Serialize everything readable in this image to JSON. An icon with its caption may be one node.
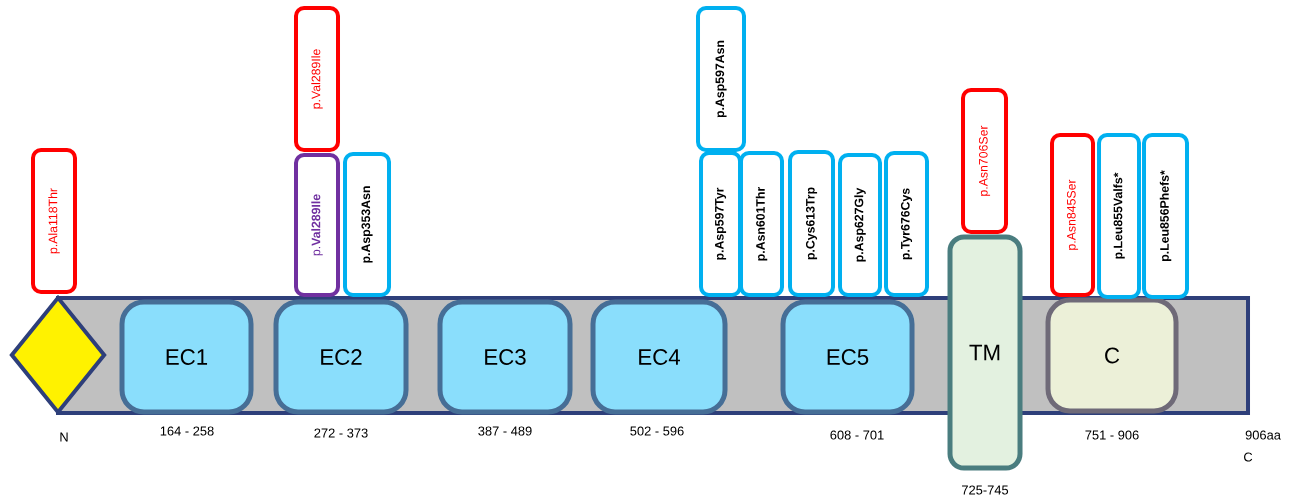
{
  "diagram": {
    "nodes": [
      {
        "text": [],
        "shape": "bar"
      },
      {
        "text": [],
        "shape": "diamond",
        "beside": [
          "N"
        ]
      },
      {
        "text": [
          "EC1"
        ],
        "in": 0,
        "beside": [
          "164 - 258"
        ]
      },
      {
        "text": [
          "EC2"
        ],
        "in": 0,
        "beside": [
          "272 - 373"
        ]
      },
      {
        "text": [
          "EC3"
        ],
        "in": 0,
        "beside": [
          "387 - 489"
        ]
      },
      {
        "text": [
          "EC4"
        ],
        "in": 0,
        "beside": [
          "502 - 596"
        ]
      },
      {
        "text": [
          "EC5"
        ],
        "in": 0,
        "beside": [
          "608 - 701"
        ]
      },
      {
        "text": [
          "TM"
        ],
        "beside": [
          "725-745"
        ]
      },
      {
        "text": [
          "C"
        ],
        "in": 0,
        "beside": [
          "751 - 906"
        ]
      },
      {
        "text": [
          "p.Ala118Thr"
        ]
      },
      {
        "text": [
          "p.Val289Ile"
        ]
      },
      {
        "text": [
          "p.**Val289Ile**"
        ]
      },
      {
        "text": [
          "p.Asp353Asn"
        ]
      },
      {
        "text": [
          "p.Asp597Asn"
        ]
      },
      {
        "text": [
          "p.Asp597Tyr"
        ]
      },
      {
        "text": [
          "p.Asn601Thr"
        ]
      },
      {
        "text": [
          "p.Cys613Trp"
        ]
      },
      {
        "text": [
          "p.Asp627Gly"
        ]
      },
      {
        "text": [
          "p.Tyr676Cys"
        ]
      },
      {
        "text": [
          "p.Asn706Ser"
        ]
      },
      {
        "text": [
          "p.Asn845Ser"
        ]
      },
      {
        "text": [
          "p.Leu855Valfs*"
        ]
      },
      {
        "text": [
          "p.Leu856Phefs*"
        ]
      }
    ],
    "labels": [
      "906aa",
      "C"
    ]
  }
}
